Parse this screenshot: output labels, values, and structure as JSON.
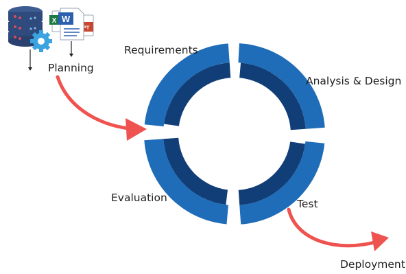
{
  "diagram": {
    "stages": {
      "planning": "Planning",
      "requirements": "Requirements",
      "analysis_design": "Analysis & Design",
      "test": "Test",
      "evaluation": "Evaluation",
      "deployment": "Deployment"
    },
    "icons": {
      "database": "database-gear-icon",
      "documents": "office-documents-icon",
      "word_letter": "W",
      "excel_letter": "X",
      "ppt_letter": "PPT"
    },
    "colors": {
      "ring_outer": "#1f6db8",
      "ring_inner": "#123e78",
      "arrow": "#ef5350",
      "database": "#2f4a7c",
      "gear": "#3aa3e0",
      "word": "#2b5fb0",
      "excel": "#1d7a45",
      "ppt": "#c8452f"
    }
  }
}
